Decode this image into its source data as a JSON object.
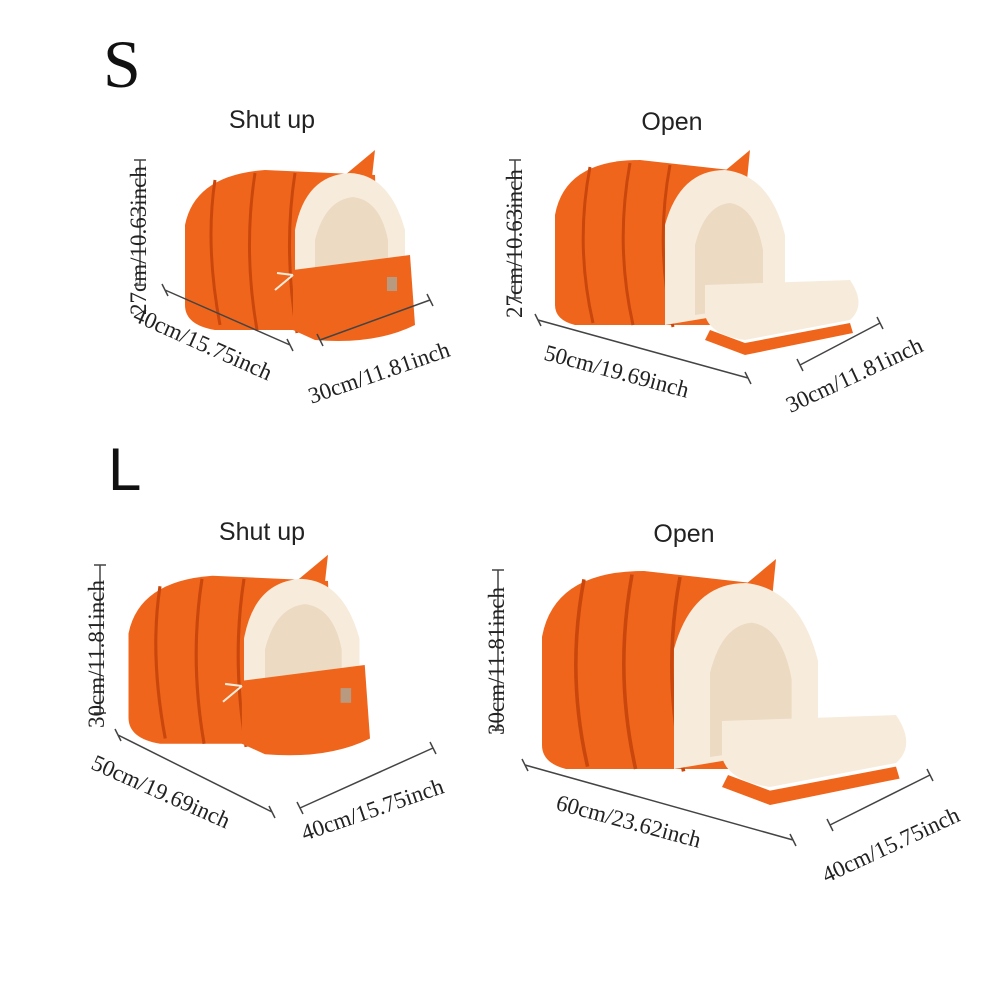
{
  "colors": {
    "orange": "#f0651c",
    "orange_dark": "#c9470c",
    "cream": "#f7ecdb",
    "cream_shade": "#e8d7c0"
  },
  "sizes": [
    {
      "label": "S",
      "shut": {
        "label": "Shut up",
        "height": "27cm/10.63inch",
        "length": "40cm/15.75inch",
        "width": "30cm/11.81inch"
      },
      "open": {
        "label": "Open",
        "height": "27cm/10.63inch",
        "length": "50cm/19.69inch",
        "width": "30cm/11.81inch"
      }
    },
    {
      "label": "L",
      "shut": {
        "label": "Shut up",
        "height": "30cm/11.81inch",
        "length": "50cm/19.69inch",
        "width": "40cm/15.75inch"
      },
      "open": {
        "label": "Open",
        "height": "30cm/11.81inch",
        "length": "60cm/23.62inch",
        "width": "40cm/15.75inch"
      }
    }
  ]
}
